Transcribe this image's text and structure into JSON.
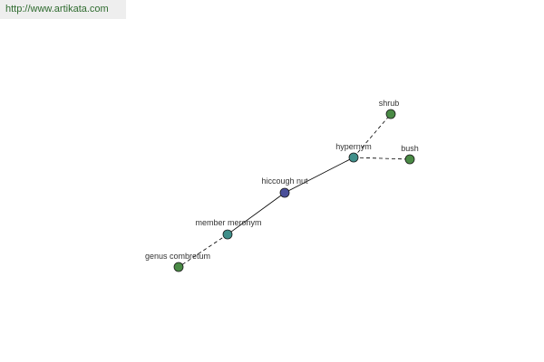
{
  "header": {
    "url_text": "http://www.artikata.com"
  },
  "colors": {
    "center_node": "#4a4f9a",
    "relation_node": "#3f8f8a",
    "leaf_node": "#4a8a45",
    "edge": "#000000",
    "url_text": "#2f6b2f"
  },
  "graph": {
    "nodes": [
      {
        "id": "hiccough-nut",
        "label": "hiccough nut",
        "kind": "center"
      },
      {
        "id": "hypernym",
        "label": "hypernym",
        "kind": "relation"
      },
      {
        "id": "member-meronym",
        "label": "member meronym",
        "kind": "relation"
      },
      {
        "id": "shrub",
        "label": "shrub",
        "kind": "leaf"
      },
      {
        "id": "bush",
        "label": "bush",
        "kind": "leaf"
      },
      {
        "id": "genus-combretum",
        "label": "genus combretum",
        "kind": "leaf"
      }
    ],
    "edges": [
      {
        "from": "hiccough-nut",
        "to": "hypernym",
        "style": "solid"
      },
      {
        "from": "hiccough-nut",
        "to": "member-meronym",
        "style": "solid"
      },
      {
        "from": "hypernym",
        "to": "shrub",
        "style": "dashed"
      },
      {
        "from": "hypernym",
        "to": "bush",
        "style": "dashed"
      },
      {
        "from": "member-meronym",
        "to": "genus-combretum",
        "style": "dashed"
      }
    ]
  }
}
